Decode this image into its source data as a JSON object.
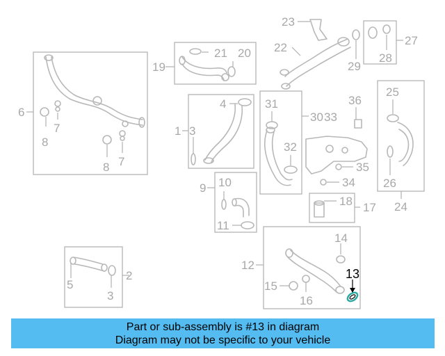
{
  "highlight_callout": "13",
  "callouts": {
    "c1": "1",
    "c2": "2",
    "c3a": "3",
    "c3b": "3",
    "c4": "4",
    "c5": "5",
    "c6": "6",
    "c7a": "7",
    "c7b": "7",
    "c8a": "8",
    "c8b": "8",
    "c9": "9",
    "c10": "10",
    "c11": "11",
    "c12": "12",
    "c14": "14",
    "c15": "15",
    "c16": "16",
    "c17": "17",
    "c18": "18",
    "c19": "19",
    "c20": "20",
    "c21": "21",
    "c22": "22",
    "c23": "23",
    "c24": "24",
    "c25": "25",
    "c26": "26",
    "c27": "27",
    "c28": "28",
    "c29": "29",
    "c30": "30",
    "c31": "31",
    "c32": "32",
    "c33": "33",
    "c34": "34",
    "c35": "35",
    "c36": "36"
  },
  "banner": {
    "line1": "Part or sub-assembly is #13 in diagram",
    "line2": "Diagram may not be specific to your vehicle"
  },
  "colors": {
    "banner_bg": "#54bcf0",
    "highlight_part": "#2aa9a0",
    "part_stroke": "#b8b8b8"
  }
}
